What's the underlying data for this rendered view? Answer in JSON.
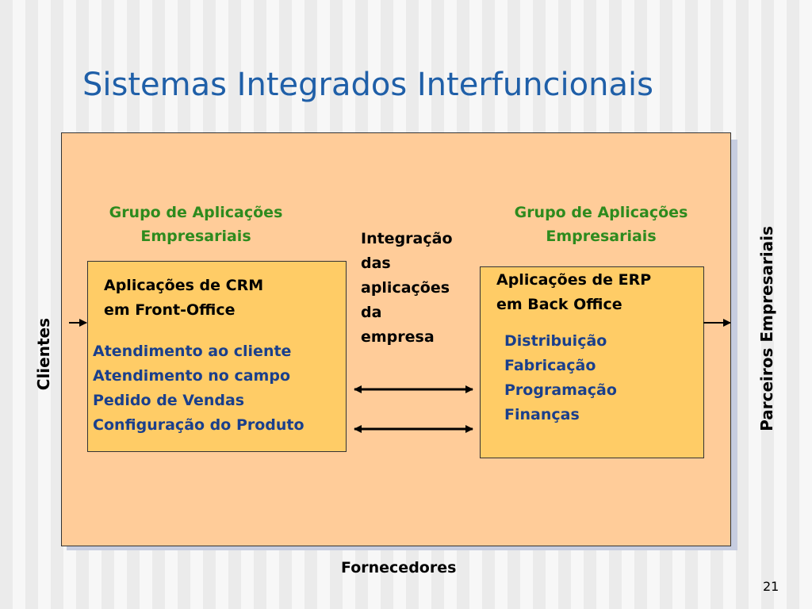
{
  "slide": {
    "title": "Sistemas Integrados Interfuncionais",
    "page_number": "21"
  },
  "left_group": {
    "title_line1": "Grupo de Aplicações",
    "title_line2": "Empresariais",
    "box_heading_line1": "Aplicações de CRM",
    "box_heading_line2": "em Front-Office",
    "items": [
      "Atendimento ao cliente",
      "Atendimento no campo",
      "Pedido de Vendas",
      "Configuração do Produto"
    ]
  },
  "right_group": {
    "title_line1": "Grupo de Aplicações",
    "title_line2": "Empresariais",
    "box_heading_line1": "Aplicações de ERP",
    "box_heading_line2": "em Back Office",
    "items": [
      "Distribuição",
      "Fabricação",
      "Programação",
      "Finanças"
    ]
  },
  "integration": {
    "lines": [
      "Integração",
      "das",
      "aplicações",
      "da",
      "empresa"
    ]
  },
  "side_labels": {
    "left": "Clientes",
    "right": "Parceiros Empresariais",
    "bottom": "Fornecedores"
  },
  "colors": {
    "title": "#1f5fa8",
    "panel_fill": "#ffcc99",
    "box_fill": "#ffcc66",
    "group_title": "#2e8b1e",
    "item_text": "#1a3f8c"
  }
}
